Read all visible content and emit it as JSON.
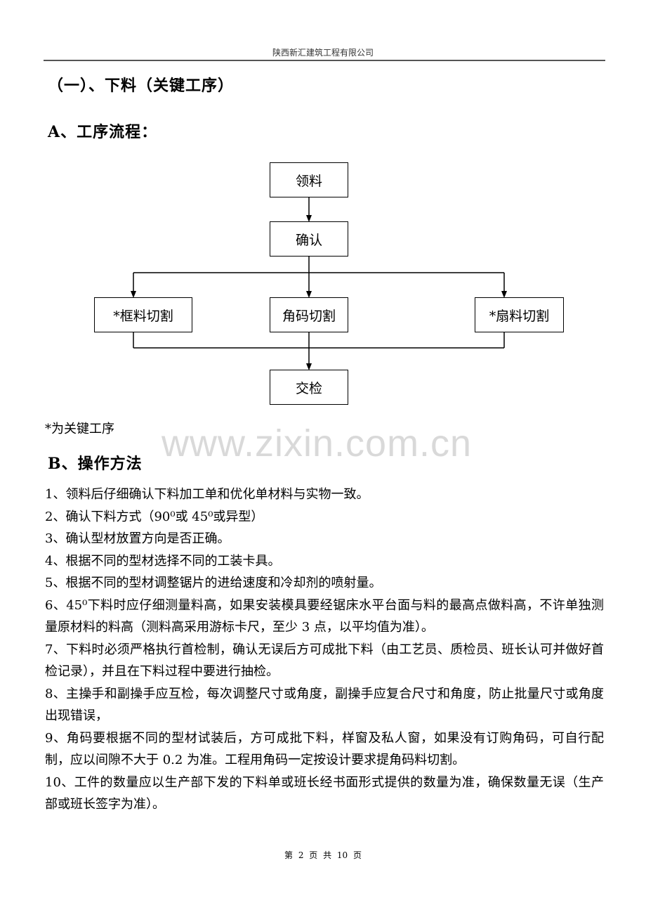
{
  "header": {
    "company": "陕西新汇建筑工程有限公司"
  },
  "section_title": "（一）、下料（关键工序）",
  "part_a": {
    "title": "A、工序流程："
  },
  "flowchart": {
    "nodes": {
      "receive": "领料",
      "confirm": "确认",
      "frame_cut": "*框料切割",
      "corner_cut": "角码切割",
      "sash_cut": "*扇料切割",
      "inspect": "交检"
    },
    "edges": [
      [
        "receive",
        "confirm"
      ],
      [
        "confirm",
        "frame_cut"
      ],
      [
        "confirm",
        "corner_cut"
      ],
      [
        "confirm",
        "sash_cut"
      ],
      [
        "frame_cut",
        "inspect"
      ],
      [
        "corner_cut",
        "inspect"
      ],
      [
        "sash_cut",
        "inspect"
      ]
    ]
  },
  "note": "*为关键工序",
  "watermark": "www.zixin.com.cn",
  "part_b": {
    "title": "B、操作方法",
    "steps": [
      "1、领料后仔细确认下料加工单和优化单材料与实物一致。",
      "2、确认下料方式（90⁰或 45⁰或异型）",
      "3、确认型材放置方向是否正确。",
      "4、根据不同的型材选择不同的工装卡具。",
      "5、根据不同的型材调整锯片的进给速度和冷却剂的喷射量。",
      "6、45⁰下料时应仔细测量料高，如果安装模具要经锯床水平台面与料的最高点做料高，不许单独测量原材料的料高（测料高采用游标卡尺，至少 3 点，以平均值为准）。",
      "7、下料时必须严格执行首检制，确认无误后方可成批下料（由工艺员、质检员、班长认可并做好首检记录），并且在下料过程中要进行抽检。",
      "8、主操手和副操手应互检，每次调整尺寸或角度，副操手应复合尺寸和角度，防止批量尺寸或角度出现错误，",
      "9、角码要根据不同的型材试装后，方可成批下料，样窗及私人窗，如果没有订购角码，可自行配制，应以间隙不大于 0.2 为准。工程用角码一定按设计要求提角码料切割。",
      "10、工件的数量应以生产部下发的下料单或班长经书面形式提供的数量为准，确保数量无误（生产部或班长签字为准）。"
    ]
  },
  "footer": {
    "page_info": "第 2 页 共 10 页"
  }
}
